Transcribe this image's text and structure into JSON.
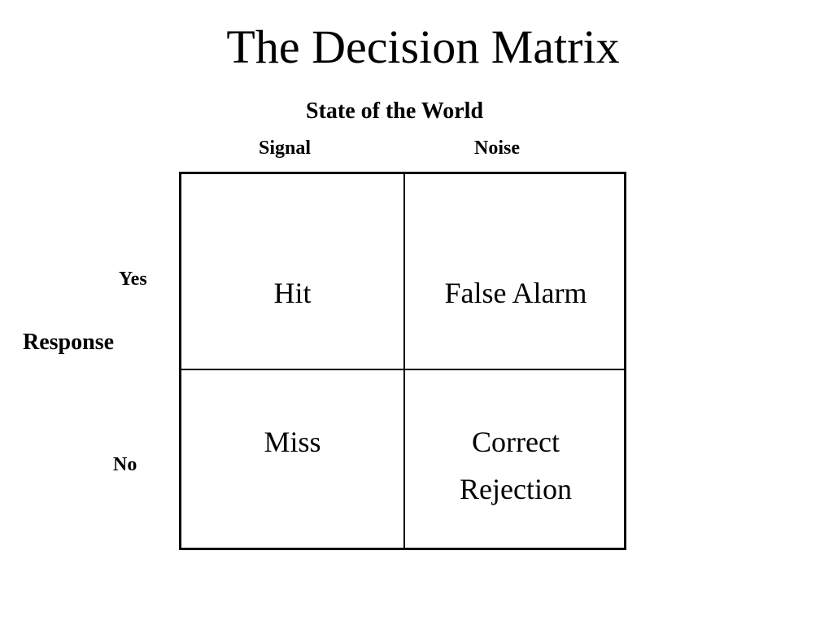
{
  "title": "The Decision Matrix",
  "state_label": "State of the World",
  "columns": {
    "signal": "Signal",
    "noise": "Noise"
  },
  "response_label": "Response",
  "rows": {
    "yes": "Yes",
    "no": "No"
  },
  "cells": {
    "yes_signal": "Hit",
    "yes_noise": "False Alarm",
    "no_signal": "Miss",
    "no_noise_line1": "Correct",
    "no_noise_line2": "Rejection"
  }
}
